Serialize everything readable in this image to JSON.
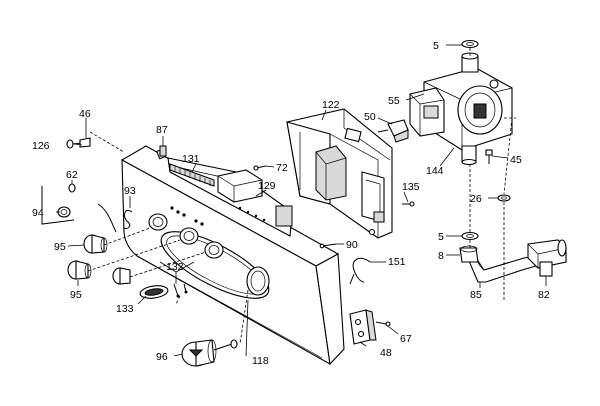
{
  "callouts": [
    {
      "id": "c5a",
      "text": "5"
    },
    {
      "id": "c55",
      "text": "55"
    },
    {
      "id": "c46",
      "text": "46"
    },
    {
      "id": "c122",
      "text": "122"
    },
    {
      "id": "c50",
      "text": "50"
    },
    {
      "id": "c126",
      "text": "126"
    },
    {
      "id": "c87",
      "text": "87"
    },
    {
      "id": "c144",
      "text": "144"
    },
    {
      "id": "c45",
      "text": "45"
    },
    {
      "id": "c131",
      "text": "131"
    },
    {
      "id": "c72",
      "text": "72"
    },
    {
      "id": "c62",
      "text": "62"
    },
    {
      "id": "c93",
      "text": "93"
    },
    {
      "id": "c129",
      "text": "129"
    },
    {
      "id": "c135",
      "text": "135"
    },
    {
      "id": "c26",
      "text": "26"
    },
    {
      "id": "c94",
      "text": "94"
    },
    {
      "id": "c5b",
      "text": "5"
    },
    {
      "id": "c95a",
      "text": "95"
    },
    {
      "id": "c90",
      "text": "90"
    },
    {
      "id": "c8",
      "text": "8"
    },
    {
      "id": "c132",
      "text": "132"
    },
    {
      "id": "c151",
      "text": "151"
    },
    {
      "id": "c95b",
      "text": "95"
    },
    {
      "id": "c85",
      "text": "85"
    },
    {
      "id": "c82",
      "text": "82"
    },
    {
      "id": "c133",
      "text": "133"
    },
    {
      "id": "c67",
      "text": "67"
    },
    {
      "id": "c48",
      "text": "48"
    },
    {
      "id": "c96",
      "text": "96"
    },
    {
      "id": "c118",
      "text": "118"
    }
  ]
}
